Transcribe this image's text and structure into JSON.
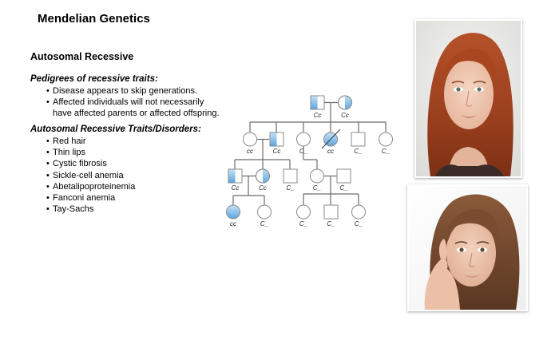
{
  "title": "Mendelian Genetics",
  "section_title": "Autosomal Recessive",
  "pedigree_heading": "Pedigrees of recessive traits:",
  "pedigree_bullets": [
    "Disease appears to skip generations.",
    "Affected individuals will not necessarily",
    "have affected parents or affected offspring."
  ],
  "traits_heading": "Autosomal Recessive Traits/Disorders:",
  "traits": [
    "Red hair",
    "Thin lips",
    "Cystic fibrosis",
    "Sickle-cell anemia",
    "Abetalipoproteinemia",
    "Fanconi anemia",
    "Tay-Sachs"
  ],
  "pedigree": {
    "gen1": [
      "Cc",
      "Cc"
    ],
    "gen2": [
      "cc",
      "Cc",
      "C_",
      "cc",
      "C_",
      "C_"
    ],
    "gen3": [
      "Cc",
      "Cc",
      "C_",
      "C_",
      "C_"
    ],
    "gen4": [
      "cc",
      "C_",
      "C_",
      "C_",
      "C_"
    ]
  },
  "colors": {
    "affected_fill": "#8fc3ea",
    "carrier_fill": "#a9d3f2",
    "line": "#6b6b6b",
    "symbol_stroke": "#8a8a8a"
  }
}
